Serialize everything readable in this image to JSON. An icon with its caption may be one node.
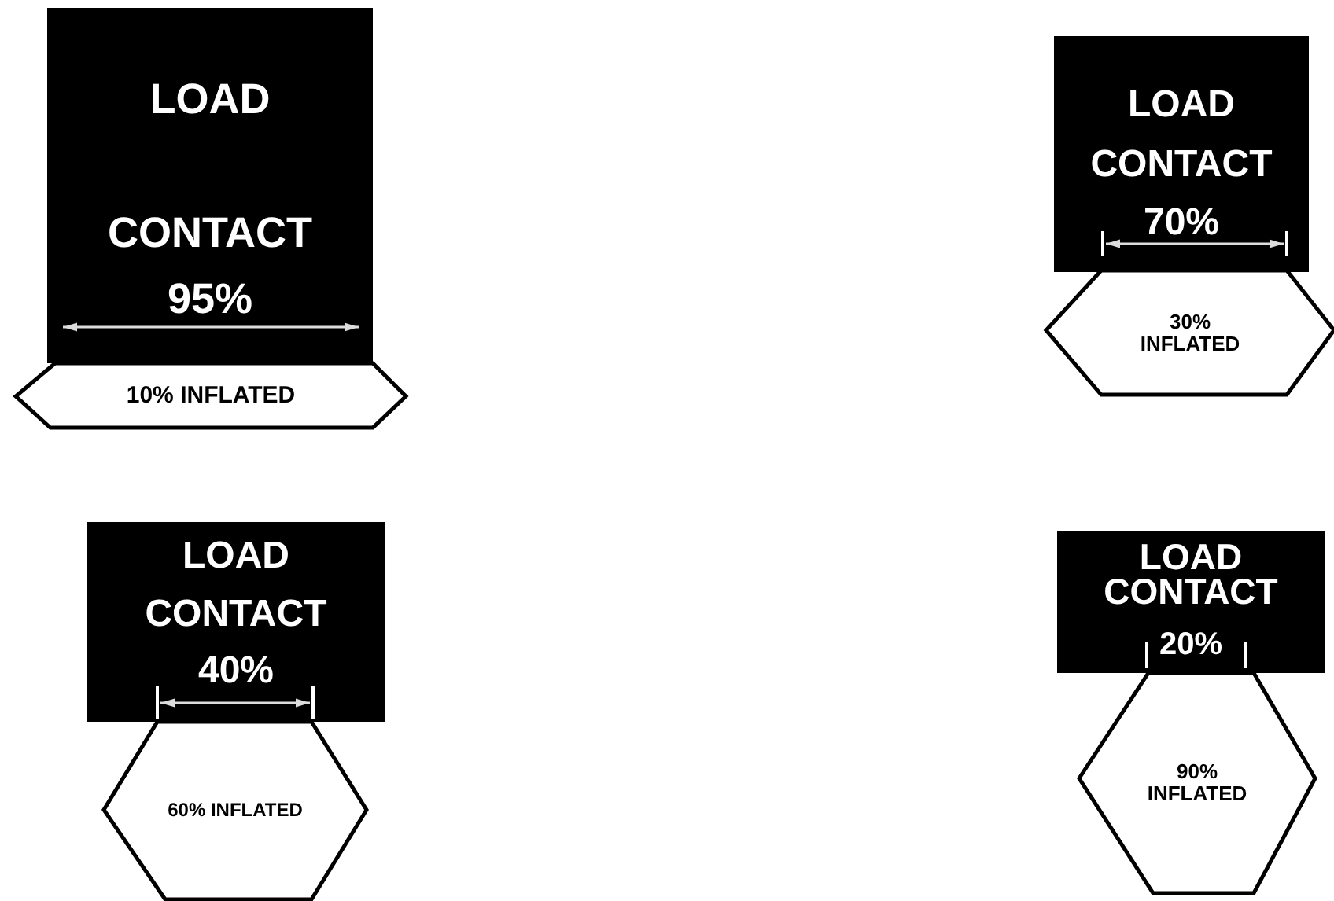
{
  "diagram": {
    "nodes": [
      {
        "text": [
          "LOAD",
          "CONTACT",
          "95%"
        ]
      },
      {
        "text": [
          "10% INFLATED"
        ]
      },
      {
        "text": [
          "LOAD",
          "CONTACT",
          "70%"
        ]
      },
      {
        "text": [
          "30% INFLATED"
        ]
      },
      {
        "text": [
          "LOAD",
          "CONTACT",
          "40%"
        ]
      },
      {
        "text": [
          "60% INFLATED"
        ]
      },
      {
        "text": [
          "LOAD",
          "CONTACT",
          "20%"
        ]
      },
      {
        "text": [
          "90% INFLATED"
        ]
      }
    ]
  }
}
